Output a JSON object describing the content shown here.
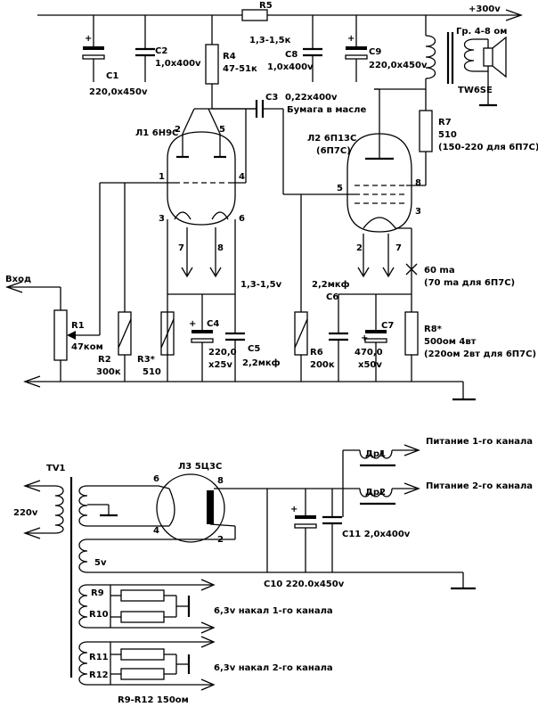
{
  "amp": {
    "supply": "+300v",
    "r5": {
      "ref": "R5",
      "value": "1,3-1,5к"
    },
    "c1": {
      "ref": "C1",
      "value": "220,0x450v"
    },
    "c2": {
      "ref": "C2",
      "value": "1,0x400v"
    },
    "r4": {
      "ref": "R4",
      "value": "47-51к"
    },
    "c8": {
      "ref": "C8",
      "value": "1,0x400v"
    },
    "c9": {
      "ref": "C9",
      "value": "220,0x450v"
    },
    "speaker": "Гр. 4-8 ом",
    "transformer": "TW6SE",
    "c3": {
      "ref": "C3",
      "value": "0,22x400v",
      "note": "Бумага в масле"
    },
    "l1": {
      "ref": "Л1 6Н9С"
    },
    "l2": {
      "ref": "Л2 6П13С",
      "alt": "(6П7С)"
    },
    "r7": {
      "ref": "R7",
      "value": "510",
      "note": "(150-220 для 6П7С)"
    },
    "input": "Вход",
    "r1": {
      "ref": "R1",
      "value": "47ком"
    },
    "r2": {
      "ref": "R2",
      "value": "300к"
    },
    "r3": {
      "ref": "R3*",
      "value": "510"
    },
    "c4": {
      "ref": "C4",
      "value1": "220,0",
      "value2": "x25v"
    },
    "c5": {
      "ref": "C5",
      "value": "2,2мкф"
    },
    "bias_v": "1,3-1,5v",
    "r6": {
      "ref": "R6",
      "value": "200к"
    },
    "c6": {
      "ref": "C6",
      "value": "2,2мкф"
    },
    "c7": {
      "ref": "C7",
      "value1": "470,0",
      "value2": "x50v"
    },
    "current": {
      "main": "60 ma",
      "alt": "(70 ma для 6П7С)"
    },
    "r8": {
      "ref": "R8*",
      "value": "500ом 4вт",
      "note": "(220ом 2вт для 6П7С)"
    },
    "pins": {
      "p1": "1",
      "p2": "2",
      "p3": "3",
      "p4": "4",
      "p5": "5",
      "p6": "6",
      "p7": "7",
      "p8": "8"
    }
  },
  "psu": {
    "tv1": "TV1",
    "mains": "220v",
    "l3": "Л3 5Ц3С",
    "v5": "5v",
    "dr1": "Др1",
    "dr2": "Др2",
    "out1": "Питание 1-го канала",
    "out2": "Питание 2-го канала",
    "c10": "C10 220.0x450v",
    "c11": "C11 2,0x400v",
    "r9": "R9",
    "r10": "R10",
    "r11": "R11",
    "r12": "R12",
    "heater1": "6,3v накал 1-го канала",
    "heater2": "6,3v накал 2-го канала",
    "r9_r12": "R9-R12 150ом",
    "pins": {
      "p2": "2",
      "p4": "4",
      "p6": "6",
      "p8": "8"
    }
  }
}
